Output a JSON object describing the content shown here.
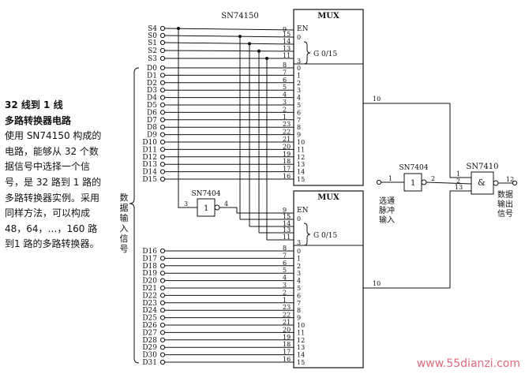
{
  "left_panel": {
    "title_line1": "32 线到 1 线",
    "title_line2": "多路转换器电路",
    "body": "使用 SN74150 构成的电路，能够从 32 个数据信号中选择一个信号，是 32 路到 1 路的多路转换器实例。采用同样方法，可以构成 48，64，…，160 路到1 路的多路转换器。"
  },
  "chip_top": {
    "label": "SN74150",
    "title": "MUX",
    "en_label": "EN",
    "g_label": "G 0/15",
    "out_pin": "10",
    "ctrl_pins": [
      "9",
      "15",
      "13",
      "11"
    ],
    "ctrl_inputs": [
      "0",
      "3"
    ],
    "data_pins": [
      "8",
      "7",
      "6",
      "5",
      "4",
      "3",
      "2",
      "1",
      "23",
      "22",
      "21",
      "20",
      "19",
      "18",
      "17",
      "16"
    ],
    "data_labels": [
      "0",
      "1",
      "2",
      "3",
      "4",
      "5",
      "6",
      "7",
      "8",
      "9",
      "10",
      "11",
      "12",
      "13",
      "14",
      "15"
    ]
  },
  "chip_bottom": {
    "title": "MUX",
    "en_label": "EN",
    "g_label": "G 0/15",
    "out_pin": "10",
    "ctrl_pins": [
      "9",
      "15",
      "13",
      "11"
    ],
    "ctrl_inputs": [
      "0",
      "3"
    ],
    "data_pins": [
      "8",
      "7",
      "6",
      "5",
      "4",
      "3",
      "2",
      "1",
      "23",
      "22",
      "21",
      "20",
      "19",
      "18",
      "17",
      "16"
    ],
    "data_labels": [
      "0",
      "1",
      "2",
      "3",
      "4",
      "5",
      "6",
      "7",
      "8",
      "9",
      "10",
      "11",
      "12",
      "13",
      "14",
      "15"
    ]
  },
  "inverter_mid": {
    "label": "SN7404",
    "glyph": "1",
    "pin_in": "3",
    "pin_out": "4"
  },
  "inverter_right": {
    "label": "SN7404",
    "glyph": "1",
    "pin_in": "1",
    "pin_out": "2"
  },
  "nand": {
    "label": "SN7410",
    "glyph": "&",
    "pins_in": [
      "1",
      "2",
      "13"
    ],
    "pin_out": "12"
  },
  "select_inputs": [
    "S4",
    "S0",
    "S1",
    "S2",
    "S3"
  ],
  "data_inputs_top": [
    "D0",
    "D1",
    "D2",
    "D3",
    "D4",
    "D5",
    "D6",
    "D7",
    "D8",
    "D9",
    "D10",
    "D11",
    "D12",
    "D13",
    "D14",
    "D15"
  ],
  "data_inputs_bottom": [
    "D16",
    "D17",
    "D18",
    "D19",
    "D20",
    "D21",
    "D22",
    "D23",
    "D24",
    "D25",
    "D26",
    "D27",
    "D28",
    "D29",
    "D30",
    "D31"
  ],
  "labels": {
    "data_input": "数据输入信号",
    "strobe_input": "选通脉冲输入",
    "data_output": "数据输出信号"
  },
  "watermark": "www.55dianzi.com",
  "colors": {
    "ink": "#111111",
    "watermark": "#e06a7a"
  }
}
